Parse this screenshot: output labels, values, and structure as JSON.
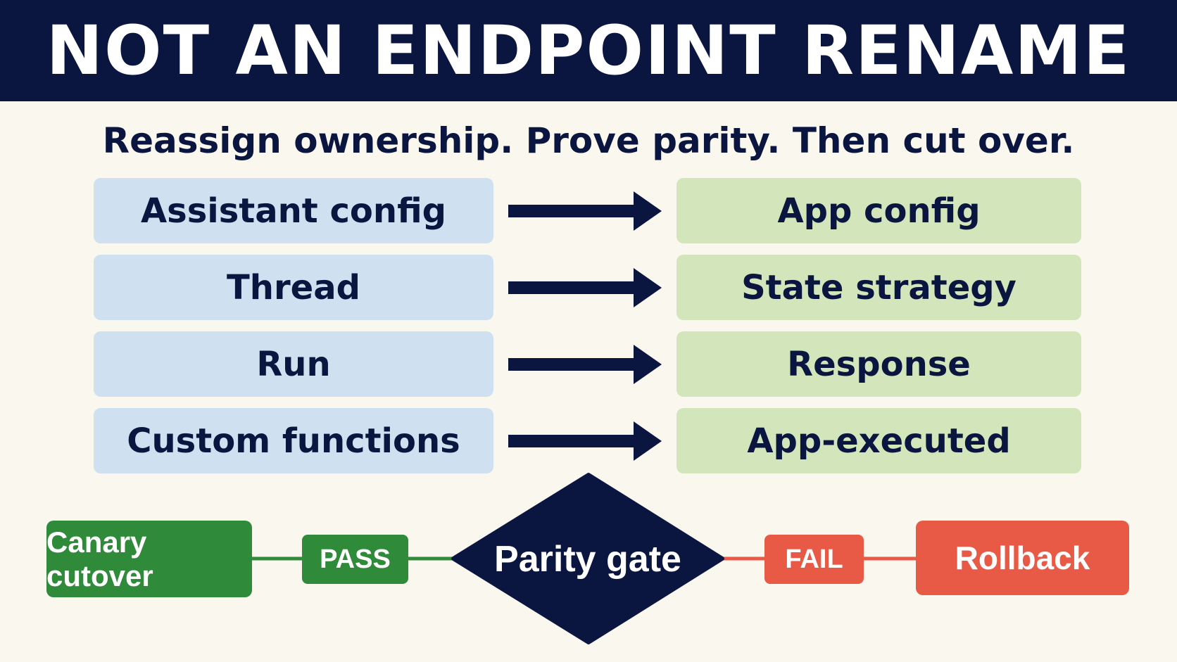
{
  "title": "NOT AN ENDPOINT RENAME",
  "subtitle": "Reassign ownership. Prove parity. Then cut over.",
  "mappings": [
    {
      "from": "Assistant config",
      "to": "App config"
    },
    {
      "from": "Thread",
      "to": "State strategy"
    },
    {
      "from": "Run",
      "to": "Response"
    },
    {
      "from": "Custom functions",
      "to": "App-executed"
    }
  ],
  "gate": {
    "label": "Parity gate",
    "pass_label": "PASS",
    "fail_label": "FAIL",
    "pass_target": "Canary cutover",
    "fail_target": "Rollback"
  },
  "colors": {
    "navy": "#0b1640",
    "background": "#faf7ef",
    "left_box": "#cfe0f1",
    "right_box": "#d3e6bb",
    "pass_green": "#2f8a3a",
    "fail_red": "#e85a45"
  }
}
